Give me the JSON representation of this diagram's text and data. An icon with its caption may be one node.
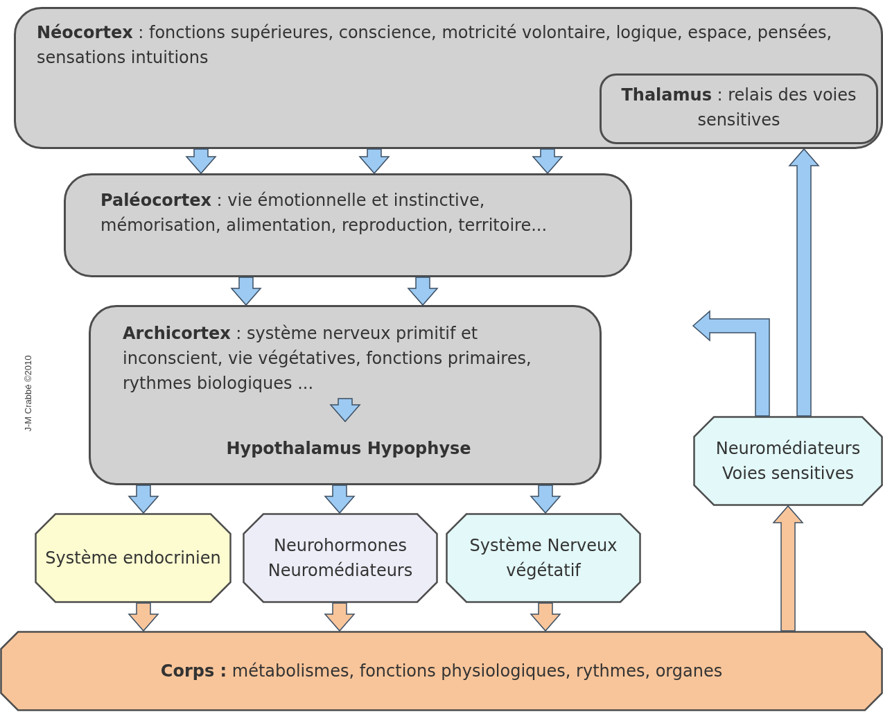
{
  "diagram": {
    "nodes": [
      {
        "text": [
          "**Néocortex** : fonctions supérieures, conscience, motricité volontaire, logique, espace, pensées, sensations intuitions"
        ]
      },
      {
        "text": [
          "**Paléocortex** : vie émotionnelle et instinctive, mémorisation, alimentation, reproduction, territoire..."
        ]
      },
      {
        "text": [
          "**Archicortex** : système nerveux primitif et inconscient, vie végétatives, fonctions primaires, rythmes biologiques ..."
        ]
      },
      {
        "text": [
          "Hypothalamus Hypophyse"
        ],
        "in": 2
      },
      {
        "text": [
          "**Thalamus** : relais des voies sensitives"
        ],
        "in": 0
      },
      {
        "text": [
          "Système endocrinien"
        ]
      },
      {
        "text": [
          "Neurohormones Neuromédiateurs"
        ]
      },
      {
        "text": [
          "Système Nerveux végétatif"
        ]
      },
      {
        "text": [
          "Neuromédiateurs Voies sensitives"
        ]
      },
      {
        "text": [
          "**Corps :** métabolismes, fonctions physiologiques, rythmes, organes"
        ]
      }
    ],
    "edges": [
      {
        "from": 0,
        "to": 1,
        "arrow": "to"
      },
      {
        "from": 0,
        "to": 1,
        "arrow": "to"
      },
      {
        "from": 0,
        "to": 1,
        "arrow": "to"
      },
      {
        "from": 1,
        "to": 2,
        "arrow": "to"
      },
      {
        "from": 1,
        "to": 2,
        "arrow": "to"
      },
      {
        "from": null,
        "to": 3,
        "arrow": "to"
      },
      {
        "from": 2,
        "to": 5,
        "arrow": "to"
      },
      {
        "from": 2,
        "to": 6,
        "arrow": "to"
      },
      {
        "from": 2,
        "to": 7,
        "arrow": "to"
      },
      {
        "from": 5,
        "to": 9,
        "arrow": "to",
        "color": "#f8c59a"
      },
      {
        "from": 6,
        "to": 9,
        "arrow": "to",
        "color": "#f8c59a"
      },
      {
        "from": 7,
        "to": 9,
        "arrow": "to",
        "color": "#f8c59a"
      },
      {
        "from": 9,
        "to": 8,
        "arrow": "to",
        "color": "#f8c59a"
      },
      {
        "from": 8,
        "to": 0,
        "arrow": "to"
      },
      {
        "from": 8,
        "to": null,
        "arrow": "to"
      }
    ],
    "labels": [
      "J-M Crabbé ©2010"
    ]
  }
}
